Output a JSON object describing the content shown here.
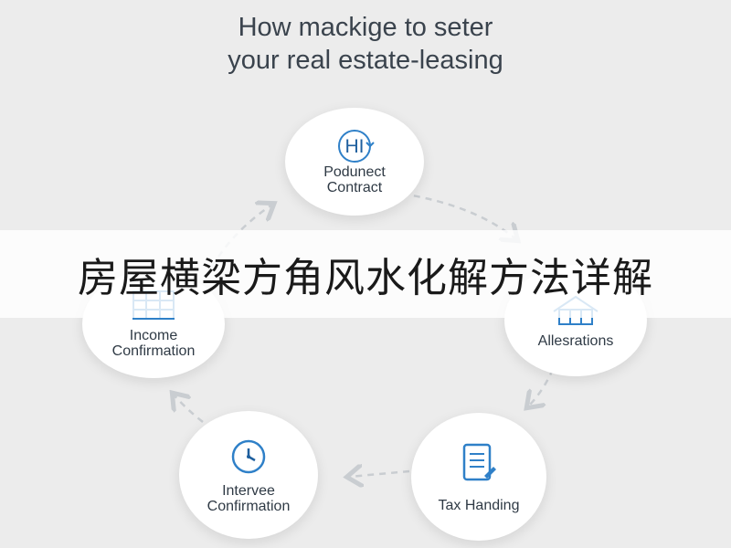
{
  "header": {
    "title_line1": "How mackige to seter",
    "title_line2": "your real estate-leasing"
  },
  "nodes": {
    "top": {
      "icon_text": "HI",
      "line1": "Podunect",
      "line2": "Contract"
    },
    "right": {
      "line1": "Allesrations"
    },
    "bottom_right": {
      "line1": "Tax Handing"
    },
    "bottom_left": {
      "line1": "Intervee",
      "line2": "Confirmation"
    },
    "left": {
      "line1": "Income",
      "line2": "Confirmation"
    }
  },
  "banner": {
    "text": "房屋横梁方角风水化解方法详解"
  },
  "colors": {
    "icon_blue": "#2f80c8",
    "arrow_gray": "#c9cdd1",
    "banner_bg": "#ffffff"
  }
}
